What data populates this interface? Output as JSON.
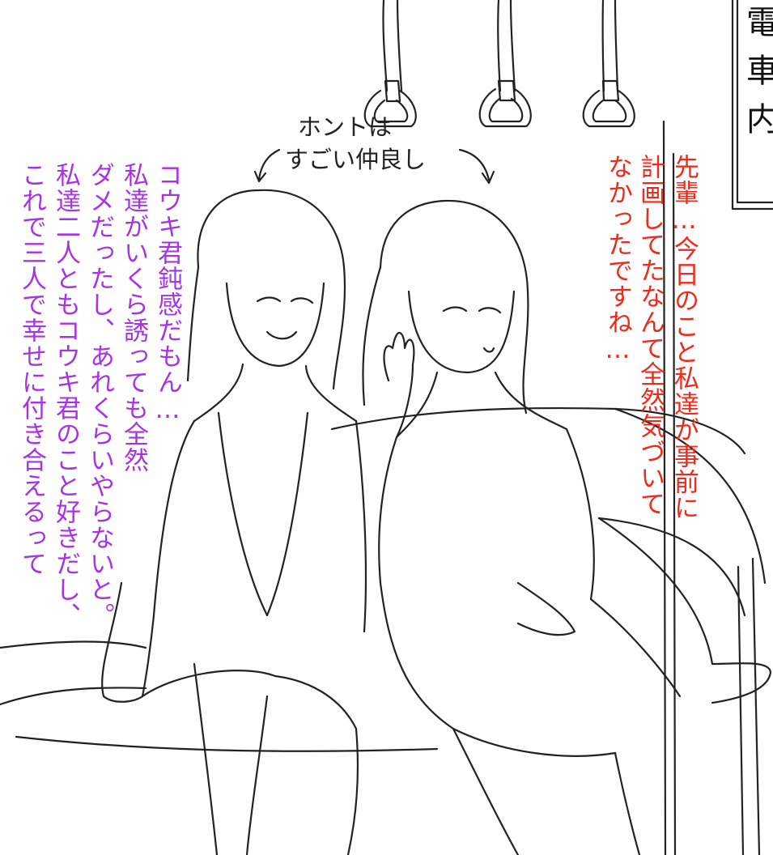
{
  "illustration": {
    "top_caption": [
      "ホントは",
      "すごい仲良し"
    ],
    "left_dialogue": [
      "コウキ君鈍感だもん…",
      "私達がいくら誘っても全然",
      "ダメだったし、あれくらいやらないと。",
      "私達二人ともコウキ君のこと好きだし、",
      "これで三人で幸せに付き合えるって"
    ],
    "right_dialogue": [
      "先輩…今日のこと私達が事前に",
      "計画してたなんて全然気づいて",
      "なかったですね…"
    ],
    "sign_chars": [
      "電",
      "車",
      "内"
    ],
    "colors": {
      "left_dialogue": "#a733e6",
      "right_dialogue": "#ee2a1a",
      "lines": "#222222"
    }
  }
}
